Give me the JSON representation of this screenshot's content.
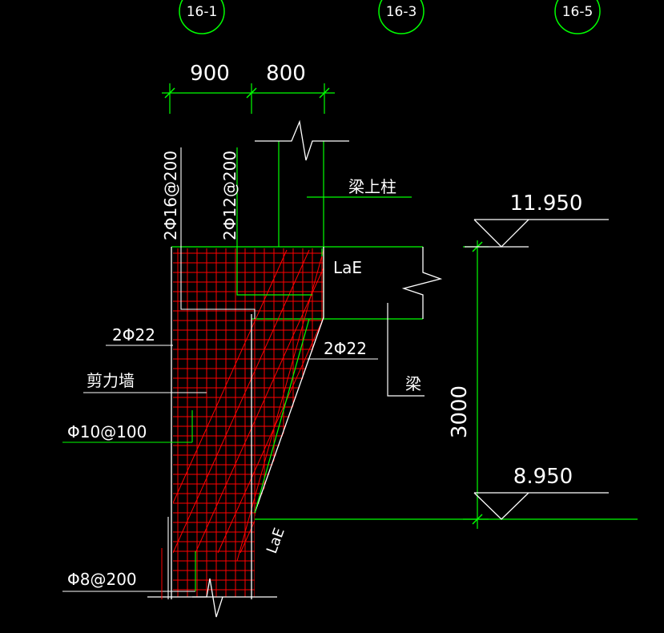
{
  "drawing": {
    "axis_labels": [
      "16-1",
      "16-3",
      "16-5"
    ],
    "dimensions": {
      "top_left": "900",
      "top_right": "800",
      "height": "3000"
    },
    "elevations": {
      "upper": "11.950",
      "lower": "8.950"
    },
    "labels": {
      "column_on_beam": "梁上柱",
      "lae_top": "LaE",
      "lae_bottom": "LaE",
      "vertical_rebar_1": "2Φ16@200",
      "vertical_rebar_2": "2Φ12@200",
      "rebar_left": "2Φ22",
      "rebar_right": "2Φ22",
      "shear_wall": "剪力墙",
      "beam": "梁",
      "stirrup_1": "Φ10@100",
      "stirrup_2": "Φ8@200"
    },
    "colors": {
      "background": "#000000",
      "line_white": "#ffffff",
      "line_green": "#00ff00",
      "rebar_red": "#ff0000",
      "axis_circle": "#00ff00"
    }
  }
}
